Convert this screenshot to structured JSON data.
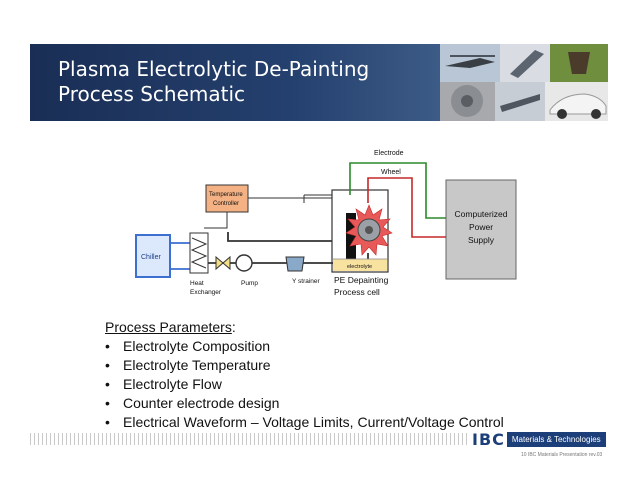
{
  "header": {
    "title_line1": "Plasma Electrolytic De-Painting",
    "title_line2": "Process Schematic"
  },
  "diagram": {
    "labels": {
      "electrode": "Electrode",
      "wheel": "Wheel",
      "temp_controller_1": "Temperature",
      "temp_controller_2": "Controller",
      "chiller": "Chiller",
      "heat_exchanger_1": "Heat",
      "heat_exchanger_2": "Exchanger",
      "pump": "Pump",
      "y_strainer": "Y strainer",
      "electrolyte": "electrolyte",
      "cell_1": "PE Depainting",
      "cell_2": "Process cell",
      "power_1": "Computerized",
      "power_2": "Power",
      "power_3": "Supply"
    },
    "colors": {
      "green_wire": "#2a8a2a",
      "red_wire": "#c62828",
      "chiller_blue": "#3d6fd1",
      "controller_orange": "#f4b183",
      "power_gray": "#c8c8c8"
    }
  },
  "params": {
    "heading": "Process Parameters",
    "items": [
      "Electrolyte Composition",
      "Electrolyte Temperature",
      "Electrolyte Flow",
      "Counter electrode design",
      "Electrical Waveform – Voltage Limits, Current/Voltage Control"
    ]
  },
  "footer": {
    "logo_mark": "IBC",
    "logo_text": "Materials & Technologies",
    "footnote": "10 IBC Materials Presentation rev.03"
  }
}
